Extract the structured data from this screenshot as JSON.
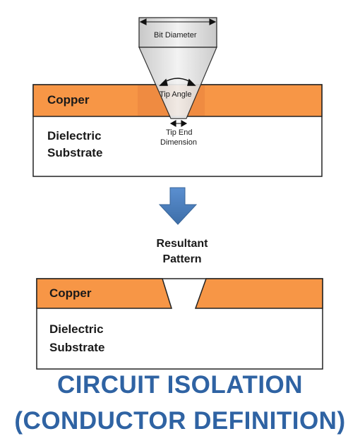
{
  "top_diagram": {
    "bit_diameter_label": "Bit Diameter",
    "tip_angle_label": "Tip Angle",
    "tip_end_label_line1": "Tip End",
    "tip_end_label_line2": "Dimension",
    "copper_label": "Copper",
    "dielectric_line1": "Dielectric",
    "dielectric_line2": "Substrate"
  },
  "arrow": {
    "icon": "down-arrow-icon"
  },
  "result": {
    "line1": "Resultant",
    "line2": "Pattern"
  },
  "bottom_diagram": {
    "copper_label": "Copper",
    "dielectric_line1": "Dielectric",
    "dielectric_line2": "Substrate"
  },
  "title": {
    "line1": "CIRCUIT ISOLATION",
    "line2": "(CONDUCTOR DEFINITION)"
  },
  "colors": {
    "copper": "#f79646",
    "copper_dark": "#e8873f",
    "bit_fill": "#d9d9d9",
    "arrow_fill": "#4f81bd",
    "title": "#2f63a3"
  }
}
